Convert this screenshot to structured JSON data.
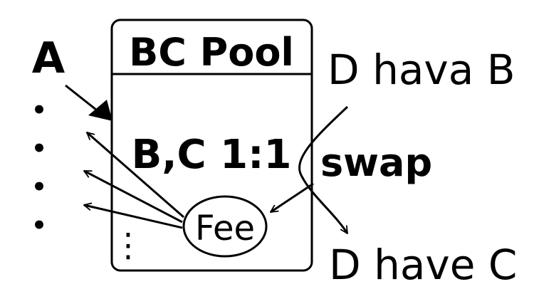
{
  "pool": {
    "title": "BC Pool",
    "ratio": "B,C 1:1",
    "fee": "Fee",
    "more_dots": "⋮"
  },
  "left": {
    "participant": "A",
    "dots": [
      "•",
      "•",
      "•",
      "•"
    ]
  },
  "right": {
    "before": "D hava B",
    "action": "swap",
    "after": "D have C"
  },
  "colors": {
    "stroke": "#000000",
    "background": "#ffffff"
  }
}
